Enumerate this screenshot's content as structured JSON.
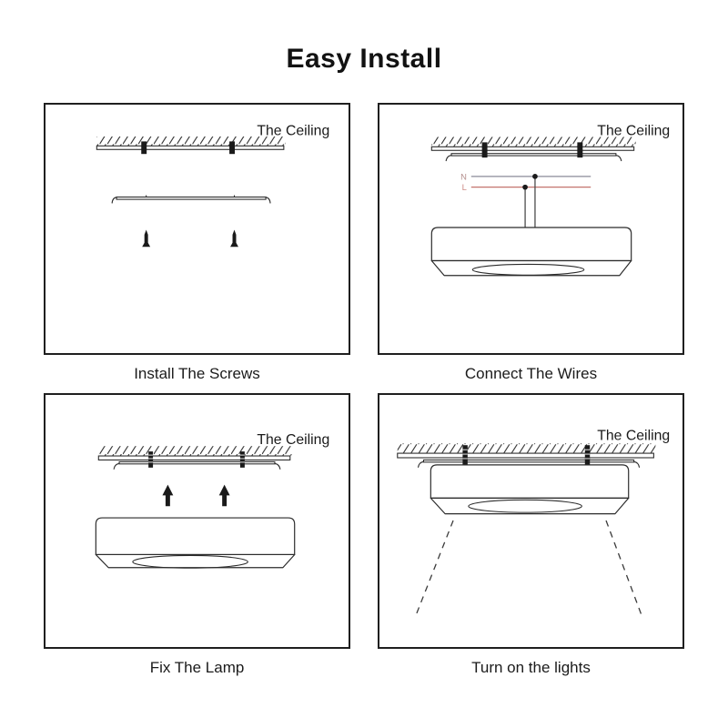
{
  "page": {
    "title": "Easy Install"
  },
  "colors": {
    "outline": "#2b2b2b",
    "screw_black": "#1a1a1a",
    "wire_n_line": "#8b8b99",
    "wire_l_line": "#c4736d",
    "wire_n_label": "#b5908e",
    "wire_l_label": "#cd8b85"
  },
  "panels": {
    "install_screws": {
      "ceiling_label": "The Ceiling",
      "caption": "Install The Screws"
    },
    "connect_wires": {
      "ceiling_label": "The Ceiling",
      "caption": "Connect The Wires",
      "wire_n_label": "N",
      "wire_l_label": "L"
    },
    "fix_lamp": {
      "ceiling_label": "The Ceiling",
      "caption": "Fix The Lamp"
    },
    "turn_on_lights": {
      "ceiling_label": "The Ceiling",
      "caption": "Turn on the lights"
    }
  }
}
